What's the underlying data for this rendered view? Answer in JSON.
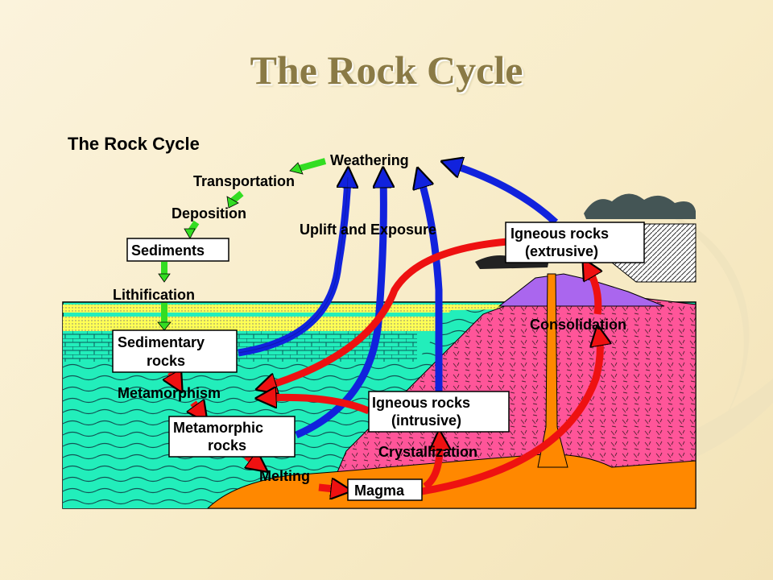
{
  "slide": {
    "title": "The Rock Cycle"
  },
  "diagram": {
    "heading": "The Rock Cycle",
    "labels": {
      "weathering": "Weathering",
      "transportation": "Transportation",
      "deposition": "Deposition",
      "sediments": "Sediments",
      "lithification": "Lithification",
      "uplift": "Uplift and Exposure",
      "sedimentary_1": "Sedimentary",
      "sedimentary_2": "rocks",
      "metamorphism": "Metamorphism",
      "metamorphic_1": "Metamorphic",
      "metamorphic_2": "rocks",
      "melting": "Melting",
      "magma": "Magma",
      "crystallization": "Crystallization",
      "igneous_int_1": "Igneous rocks",
      "igneous_int_2": "(intrusive)",
      "igneous_ext_1": "Igneous rocks",
      "igneous_ext_2": "(extrusive)",
      "consolidation": "Consolidation"
    },
    "colors": {
      "process_green": "#33dd22",
      "process_red": "#ee1111",
      "uplift_blue": "#1122dd",
      "sediment_yellow": "#ffff55",
      "water_cyan": "#22eebb",
      "igneous_pink": "#ff5599",
      "magma_orange": "#ff8800",
      "volcano_purple": "#aa66ee"
    }
  }
}
